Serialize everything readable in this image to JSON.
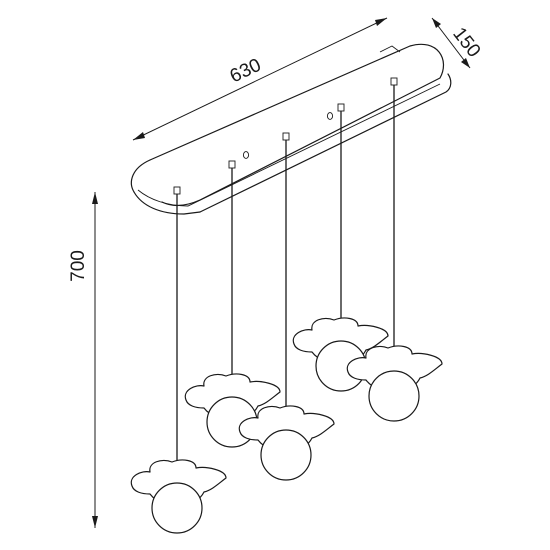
{
  "dimensions": {
    "length": "630",
    "depth": "150",
    "height": "700"
  },
  "colors": {
    "line": "#1a1a1a",
    "background": "#ffffff"
  },
  "lamp": {
    "pendant_count": 5,
    "shade_shape": "wavy-flower-shade",
    "bulb_shape": "globe"
  }
}
